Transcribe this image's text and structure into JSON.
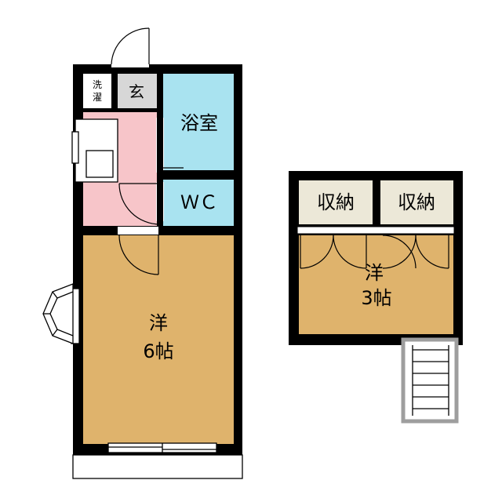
{
  "floor_plan": {
    "unit_a": {
      "laundry_label_1": "洗",
      "laundry_label_2": "濯",
      "entrance_label": "玄",
      "bathroom_label": "浴室",
      "toilet_label": "ＷＣ",
      "room_type": "洋",
      "room_size": "6帖"
    },
    "unit_b": {
      "closet_left_label": "収納",
      "closet_right_label": "収納",
      "room_type": "洋",
      "room_size": "3帖"
    }
  },
  "colors": {
    "wall": "#000000",
    "room_floor": "#dfb36c",
    "bathroom": "#a9e3f0",
    "kitchen": "#f7c5c9",
    "closet": "#ece8d8",
    "entrance": "#d7d7d7",
    "stairs_border": "#9e9e9e"
  }
}
